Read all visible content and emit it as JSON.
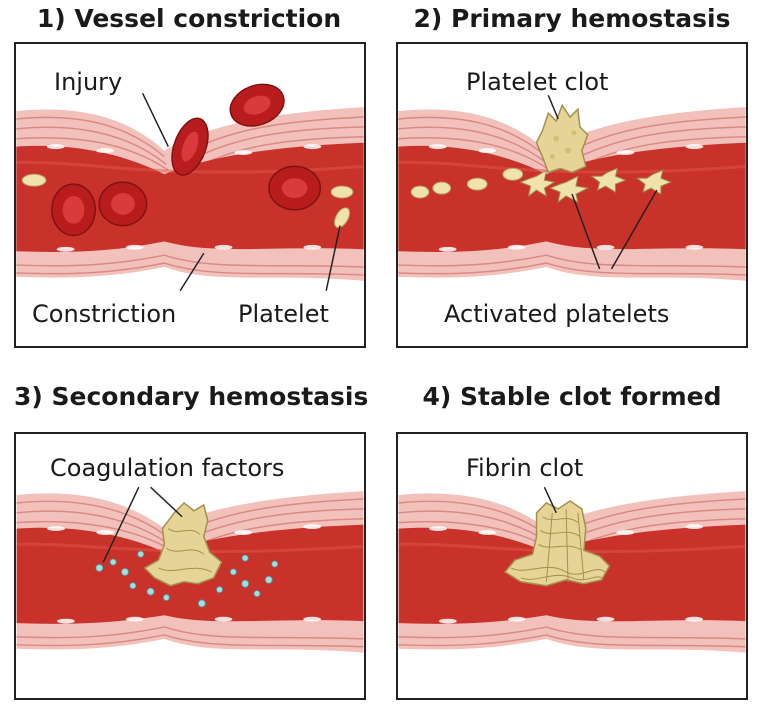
{
  "panels": [
    {
      "title": "1) Vessel constriction",
      "labels": {
        "injury": "Injury",
        "constriction": "Constriction",
        "platelet": "Platelet"
      }
    },
    {
      "title": "2) Primary hemostasis",
      "labels": {
        "platelet_clot": "Platelet clot",
        "activated_platelets": "Activated platelets"
      }
    },
    {
      "title": "3) Secondary hemostasis",
      "labels": {
        "coagulation_factors": "Coagulation factors"
      }
    },
    {
      "title": "4) Stable clot formed",
      "labels": {
        "fibrin_clot": "Fibrin clot"
      }
    }
  ],
  "colors": {
    "lumen": "#c8322a",
    "vessel_wall": "#f3c1bb",
    "wall_lines": "#d98a84",
    "red_blood_cell": "#b91c1c",
    "platelet": "#efe2ad",
    "clot": "#e6d396",
    "coagulation_factor": "#9ee0e4",
    "outline": "#222222"
  }
}
